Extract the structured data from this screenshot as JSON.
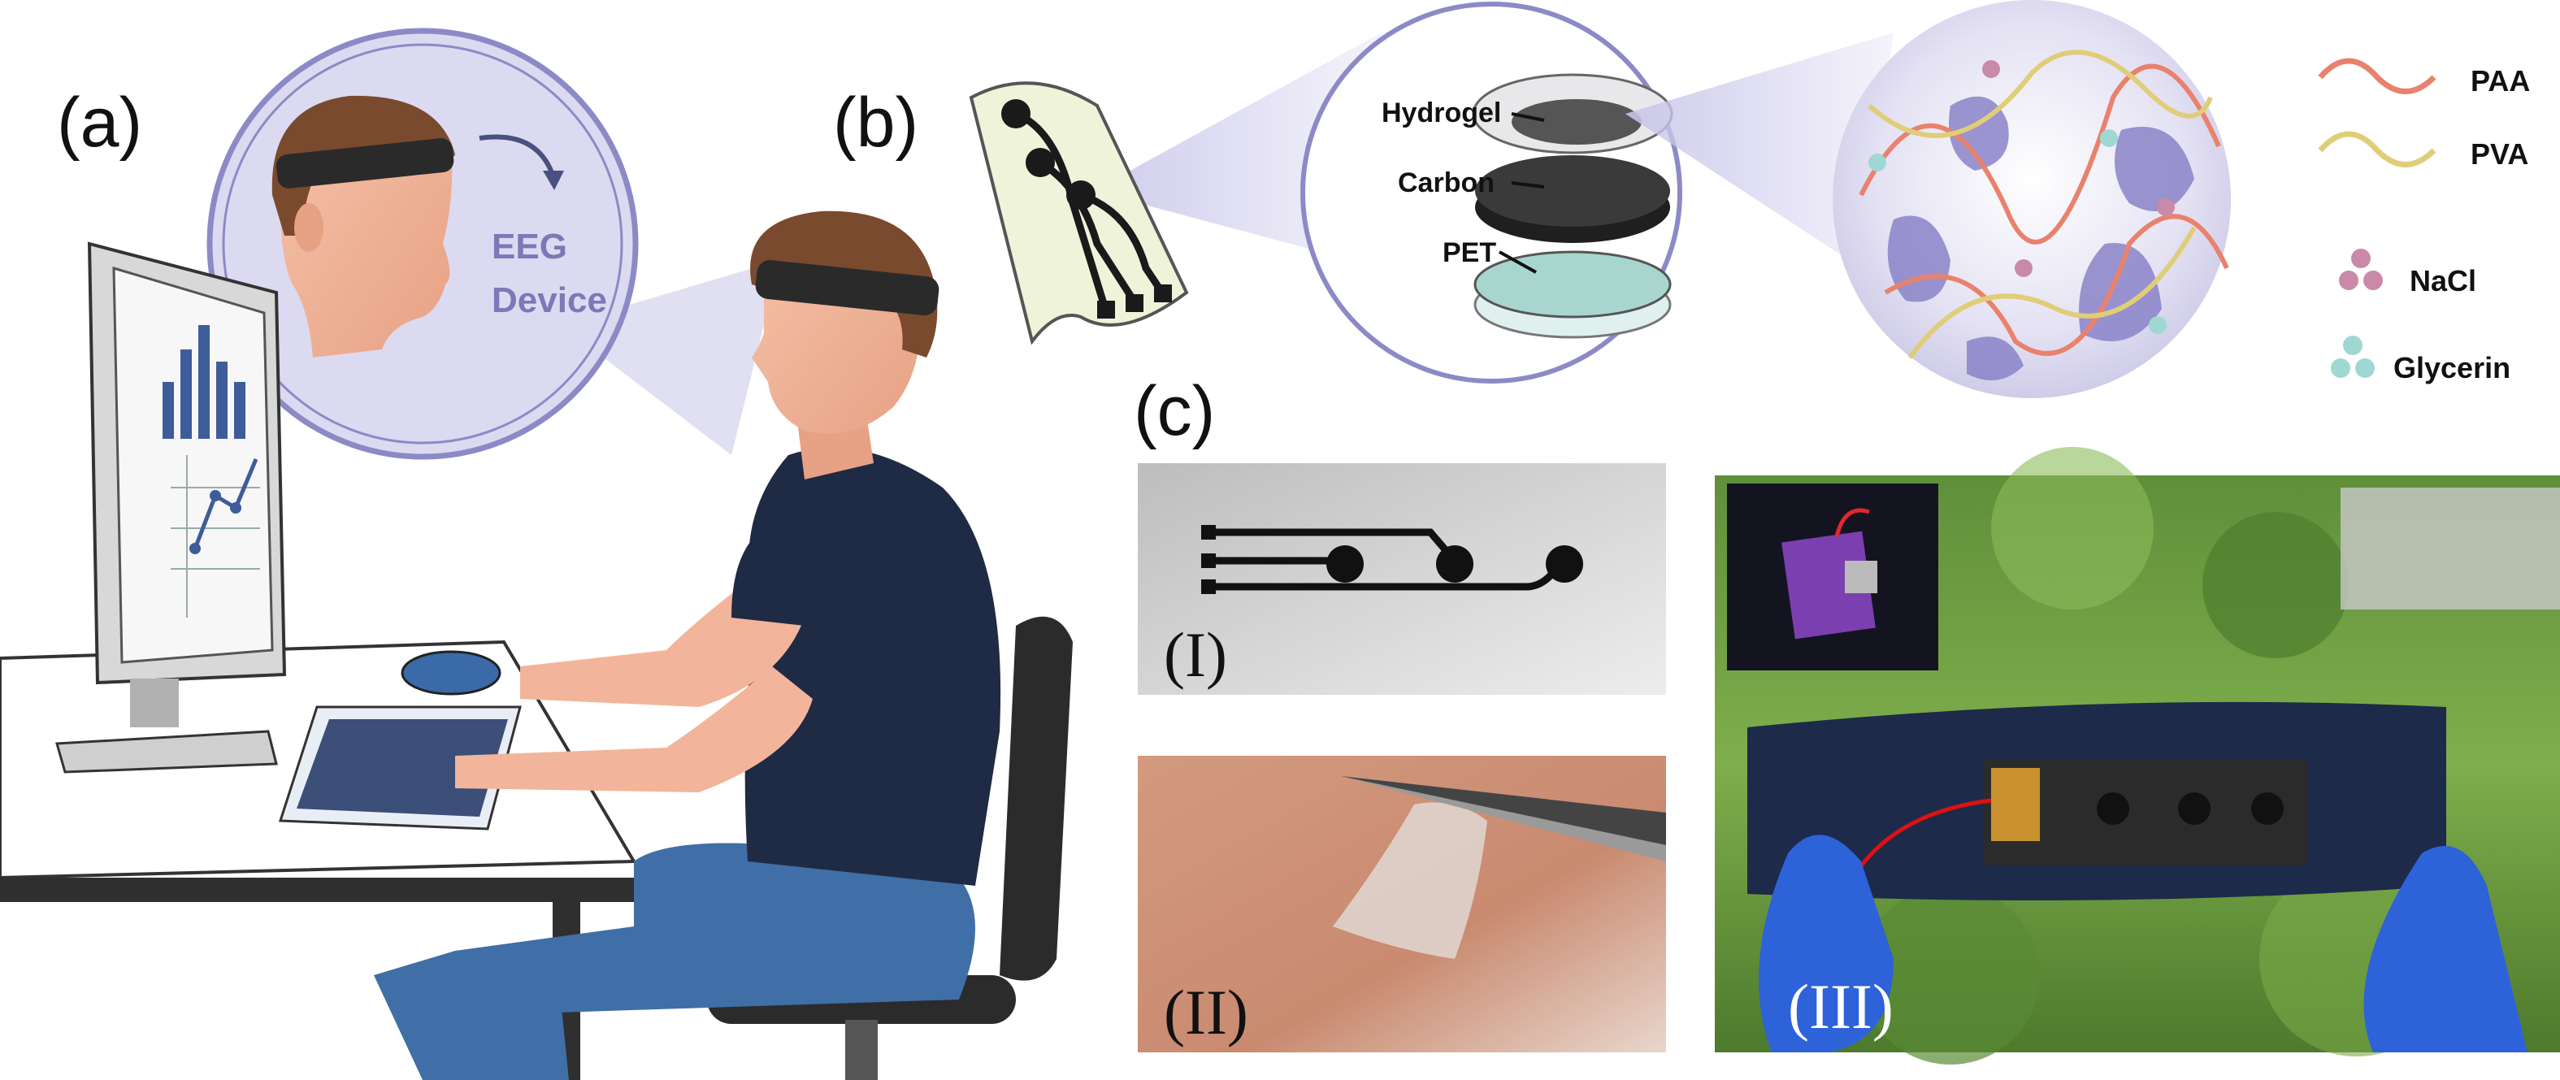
{
  "panels": {
    "a": {
      "letter": "(a)",
      "bubble_text_line1": "EEG",
      "bubble_text_line2": "Device"
    },
    "b": {
      "letter": "(b)",
      "layers": [
        "Hydrogel",
        "Carbon",
        "PET"
      ],
      "legend": [
        {
          "label": "PAA",
          "color": "#e9826d"
        },
        {
          "label": "PVA",
          "color": "#e0cd78"
        },
        {
          "label": "NaCl",
          "color": "#c98aa9"
        },
        {
          "label": "Glycerin",
          "color": "#9fd8d2"
        }
      ]
    },
    "c": {
      "letter": "(c)",
      "sub_I": "(I)",
      "sub_II": "(II)",
      "sub_III": "(III)"
    }
  },
  "colors": {
    "bubble": "#dcdaf0",
    "bubble_stroke": "#8c8ac6",
    "shirt": "#1f2a44",
    "jeans": "#3f6fa6",
    "skin": "#f2b49a",
    "hair": "#7a4a2e"
  }
}
